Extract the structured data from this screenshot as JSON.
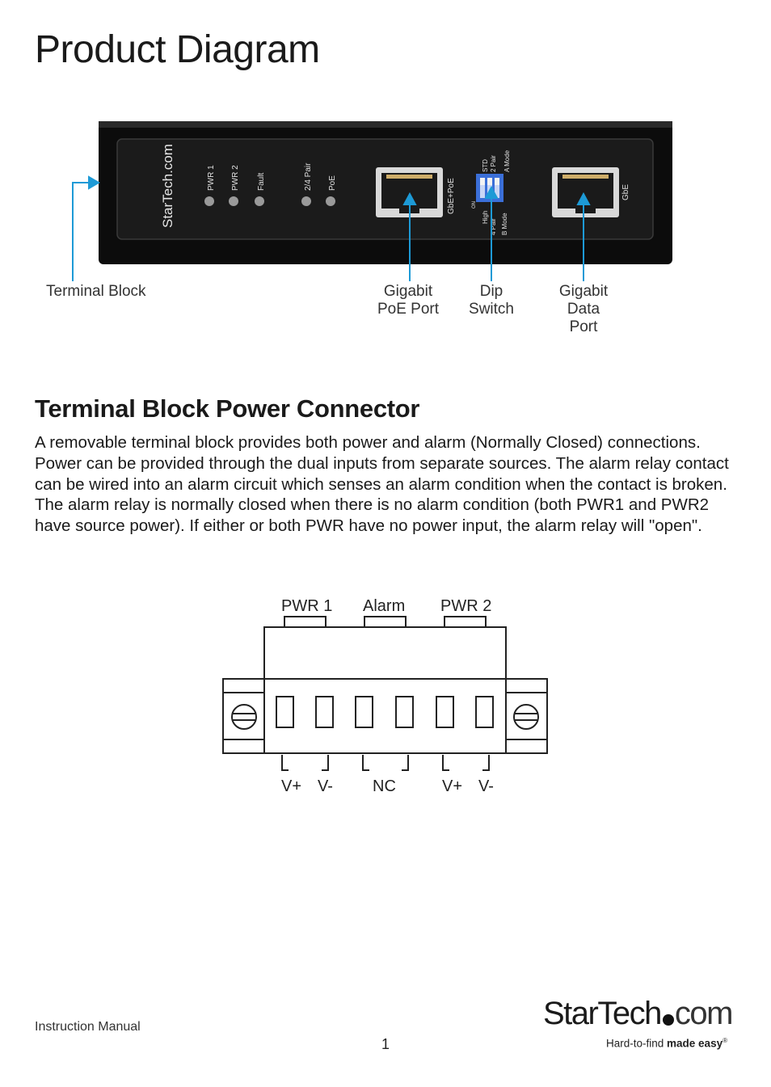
{
  "title": "Product Diagram",
  "device": {
    "brand": "StarTech.com",
    "leds": [
      "PWR 1",
      "PWR 2",
      "Fault",
      "2/4 Pair",
      "PoE"
    ],
    "port1_label": "GbE+PoE",
    "port2_label": "GbE",
    "dip_top": [
      "STD",
      "2 Pair",
      "A Mode"
    ],
    "dip_bottom": [
      "High",
      "4 Pair",
      "B Mode"
    ],
    "dip_on": "ON"
  },
  "callouts": {
    "terminal_block": "Terminal Block",
    "poe_port_line1": "Gigabit",
    "poe_port_line2": "PoE Port",
    "dip_line1": "Dip",
    "dip_line2": "Switch",
    "data_line1": "Gigabit",
    "data_line2": "Data",
    "data_line3": "Port"
  },
  "section": {
    "heading": "Terminal Block Power Connector",
    "paragraph": "A removable terminal block provides both power and alarm (Normally Closed) connections. Power can be provided through the dual inputs from separate sources. The alarm relay contact can be wired into an alarm circuit which senses an alarm condition when the contact is broken. The alarm relay is normally closed when there is no alarm condition (both PWR1 and PWR2 have source power). If either or both PWR have no power input, the alarm relay will \"open\"."
  },
  "terminal_block": {
    "top_labels": [
      "PWR 1",
      "Alarm",
      "PWR 2"
    ],
    "bottom_labels": [
      "V+",
      "V-",
      "NC",
      "V+",
      "V-"
    ]
  },
  "footer": {
    "manual": "Instruction Manual",
    "page": "1",
    "brand_main": "StarTech",
    "brand_com": "com",
    "tagline_normal": "Hard-to-find ",
    "tagline_bold": "made easy",
    "tagline_reg": "®"
  },
  "colors": {
    "accent": "#1d9ad6",
    "device_body": "#111111",
    "dip_blue": "#3b6fd8"
  }
}
